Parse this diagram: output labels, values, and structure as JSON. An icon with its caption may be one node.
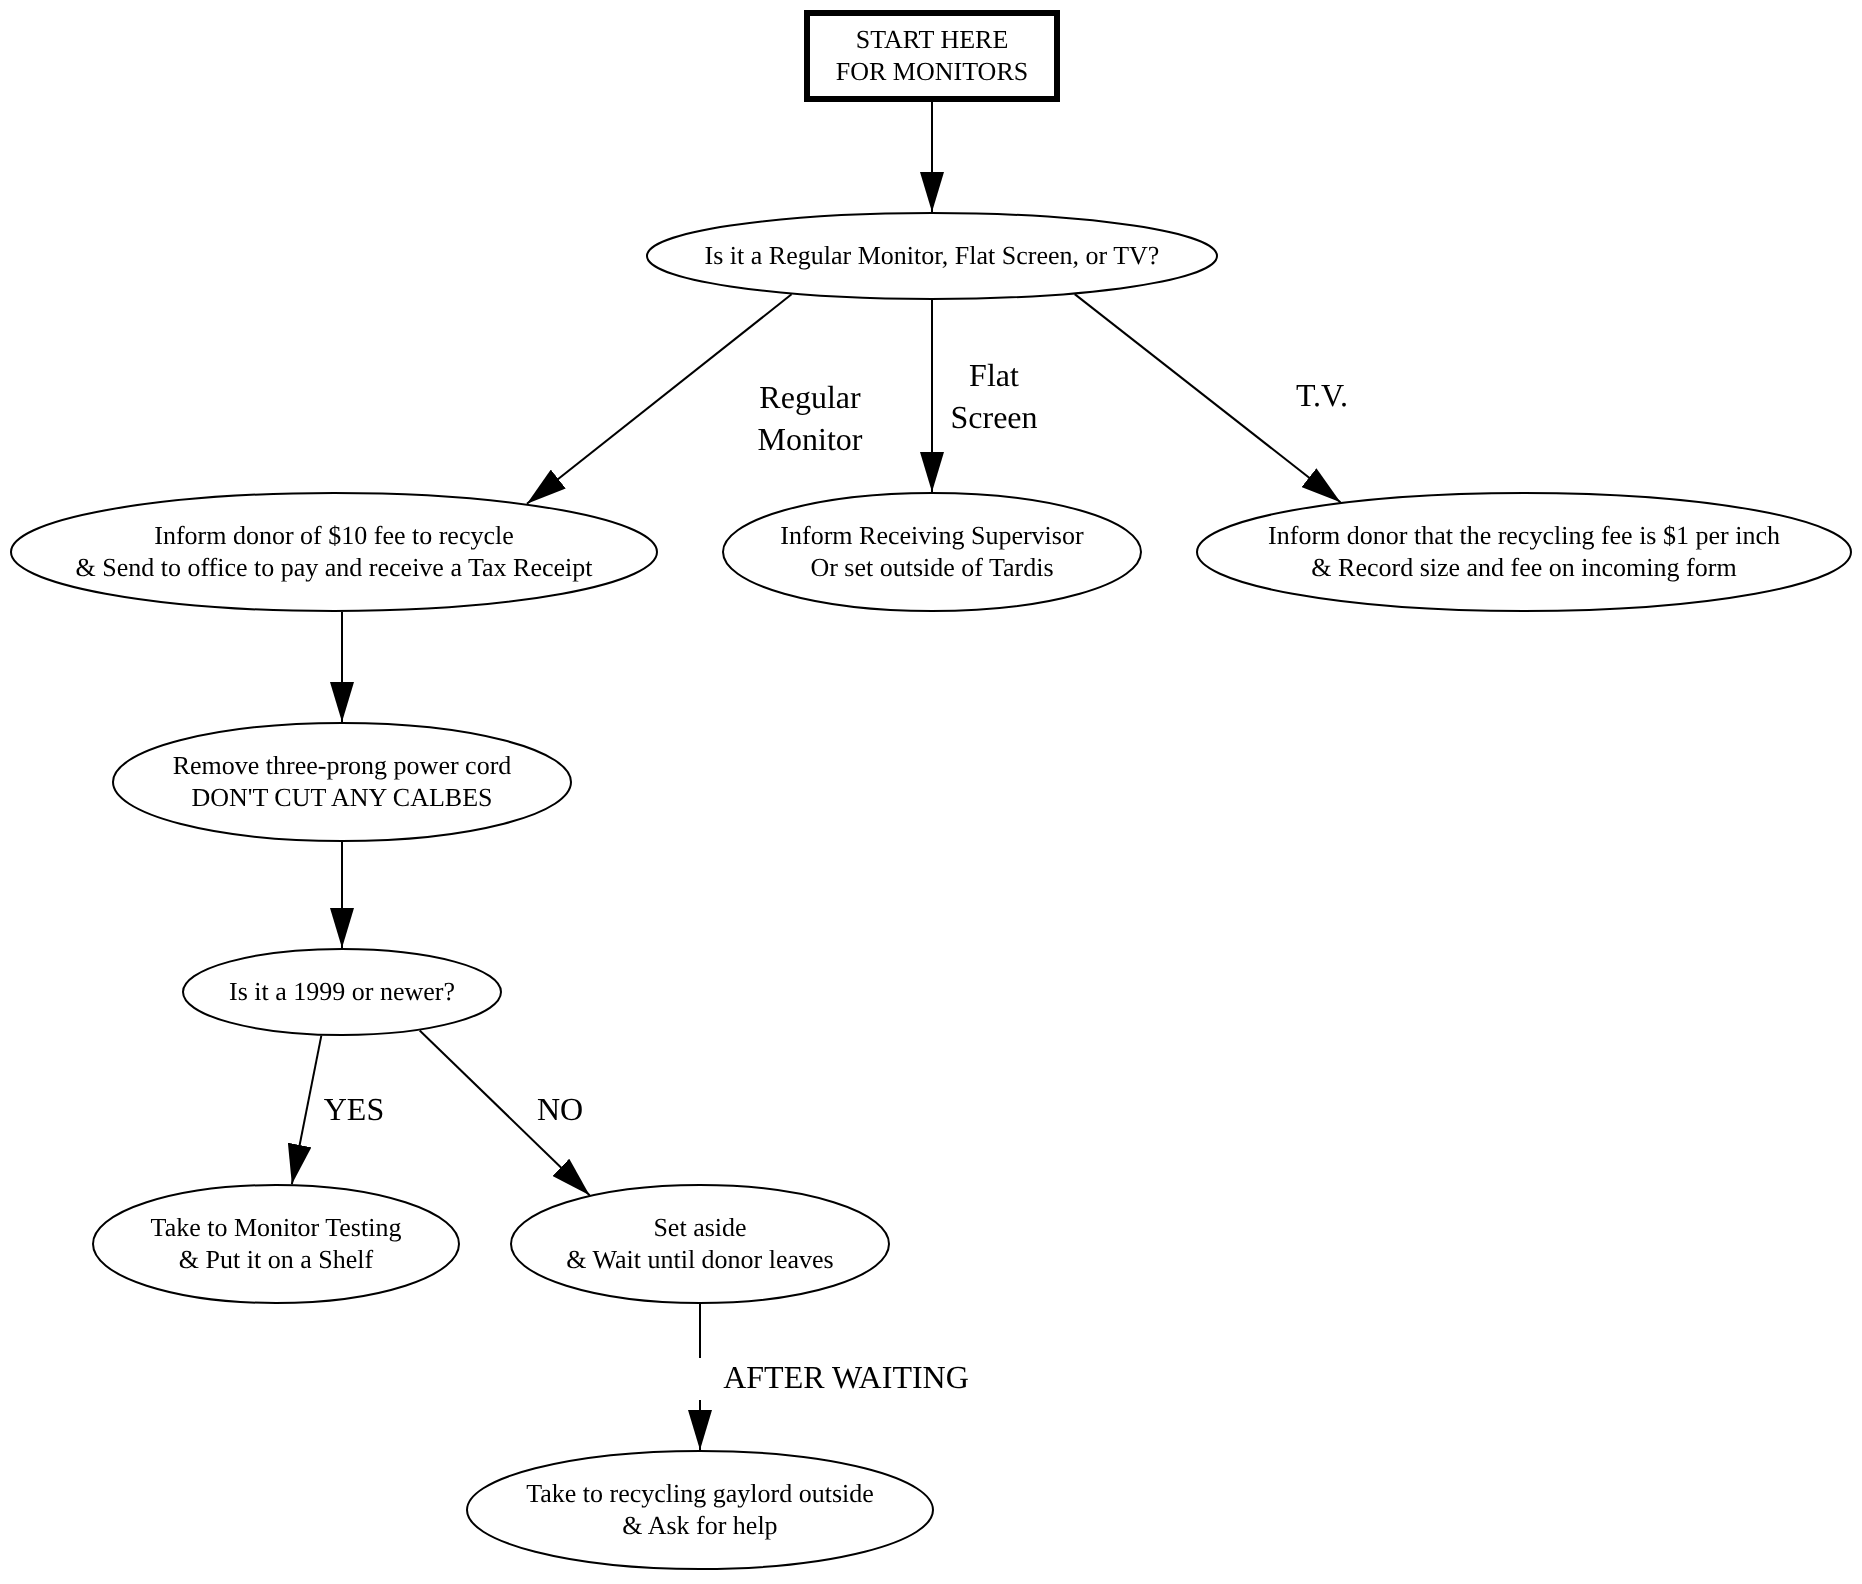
{
  "diagram": {
    "nodes": [
      {
        "text": [
          "START HERE",
          "FOR MONITORS"
        ]
      },
      {
        "text": [
          "Is it a Regular Monitor, Flat Screen, or TV?"
        ]
      },
      {
        "text": [
          "Inform donor of $10 fee to recycle",
          "& Send to office to pay and receive a Tax Receipt"
        ]
      },
      {
        "text": [
          "Inform Receiving Supervisor",
          "Or set outside of Tardis"
        ]
      },
      {
        "text": [
          "Inform donor that the recycling fee is $1 per inch",
          "& Record size and fee on incoming form"
        ]
      },
      {
        "text": [
          "Remove three-prong power cord",
          "DON'T CUT ANY CALBES"
        ]
      },
      {
        "text": [
          "Is it a 1999 or newer?"
        ]
      },
      {
        "text": [
          "Take to Monitor Testing",
          "& Put it on a Shelf"
        ]
      },
      {
        "text": [
          "Set aside",
          "& Wait until donor leaves"
        ]
      },
      {
        "text": [
          "Take to recycling gaylord outside",
          "& Ask for help"
        ]
      }
    ],
    "edges": [
      {
        "from": 0,
        "to": 1,
        "arrow": "to"
      },
      {
        "from": 1,
        "to": 2,
        "arrow": "to",
        "label": "Regular Monitor"
      },
      {
        "from": 1,
        "to": 3,
        "arrow": "to",
        "label": "Flat Screen"
      },
      {
        "from": 1,
        "to": 4,
        "arrow": "to",
        "label": "T.V."
      },
      {
        "from": 2,
        "to": 5,
        "arrow": "to"
      },
      {
        "from": 5,
        "to": 6,
        "arrow": "to"
      },
      {
        "from": 6,
        "to": 7,
        "arrow": "to",
        "label": "YES"
      },
      {
        "from": 6,
        "to": 8,
        "arrow": "to",
        "label": "NO"
      },
      {
        "from": 8,
        "to": 9,
        "arrow": "to",
        "label": "AFTER WAITING"
      }
    ]
  }
}
